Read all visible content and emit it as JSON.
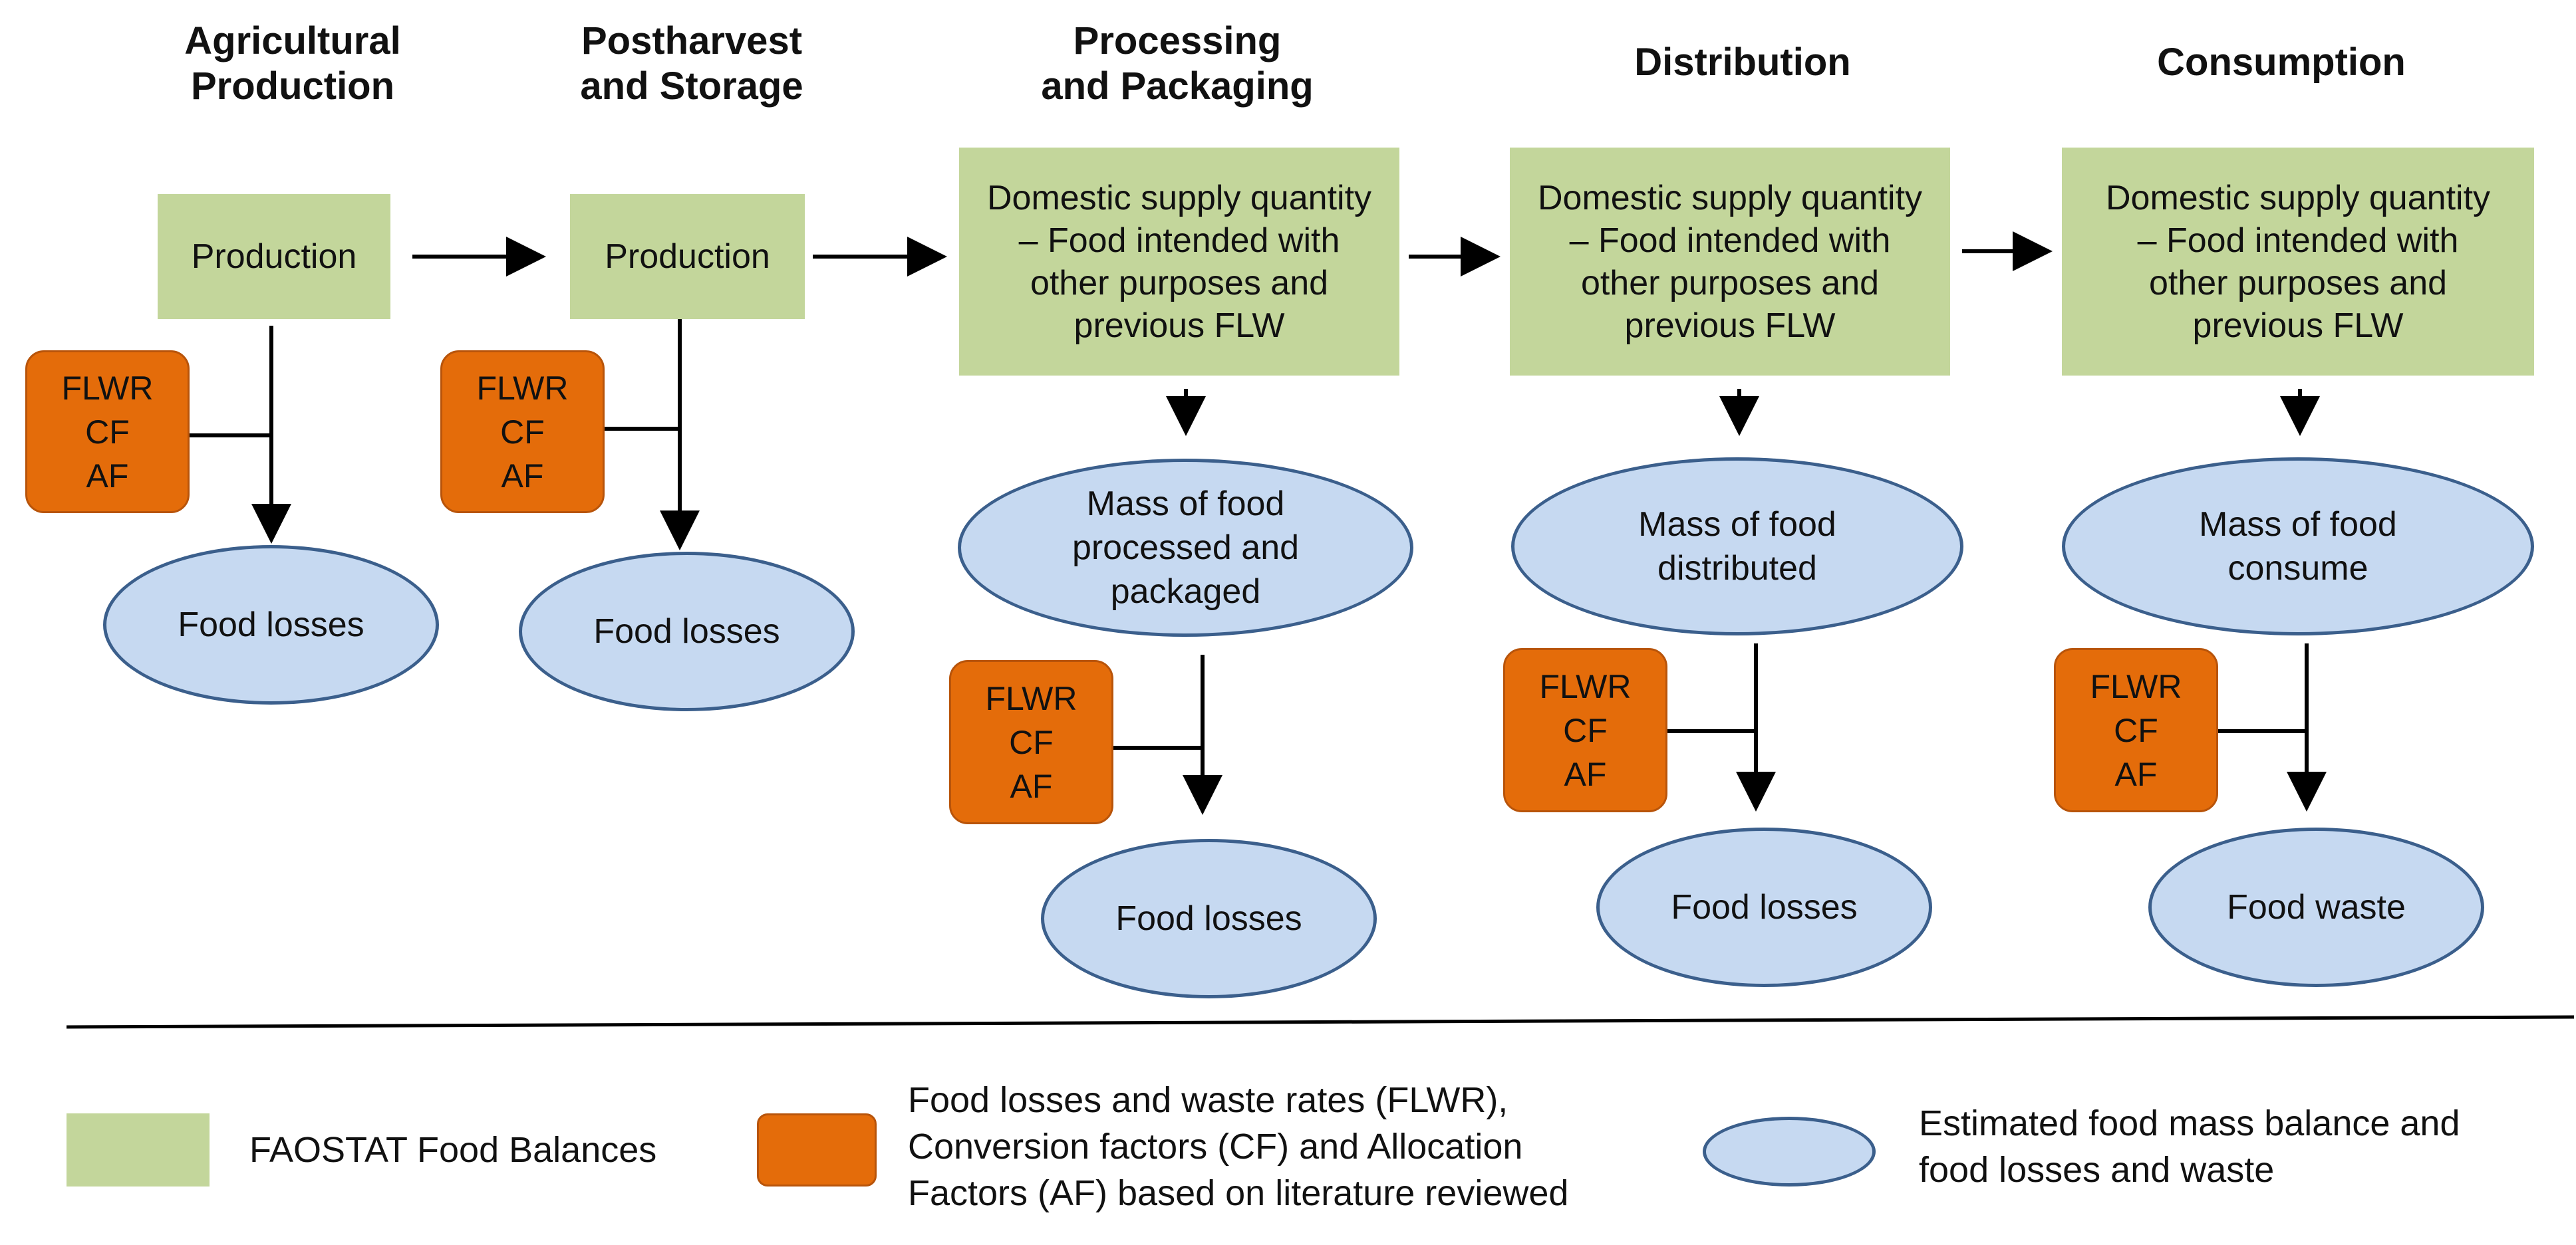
{
  "stages": [
    {
      "title": "Agricultural\nProduction",
      "supply": "Production",
      "factors": [
        "FLWR",
        "CF",
        "AF"
      ],
      "output": "Food losses"
    },
    {
      "title": "Postharvest\nand Storage",
      "supply": "Production",
      "factors": [
        "FLWR",
        "CF",
        "AF"
      ],
      "output": "Food losses"
    },
    {
      "title": "Processing\nand Packaging",
      "supply": "Domestic supply quantity\n– Food intended with\nother purposes and\nprevious FLW",
      "mass": "Mass of food\nprocessed and\npackaged",
      "factors": [
        "FLWR",
        "CF",
        "AF"
      ],
      "output": "Food losses"
    },
    {
      "title": "Distribution",
      "supply": "Domestic supply quantity\n– Food intended with\nother purposes and\nprevious FLW",
      "mass": "Mass of food\ndistributed",
      "factors": [
        "FLWR",
        "CF",
        "AF"
      ],
      "output": "Food losses"
    },
    {
      "title": "Consumption",
      "supply": "Domestic supply quantity\n– Food intended with\nother purposes and\nprevious FLW",
      "mass": "Mass of food\nconsume",
      "factors": [
        "FLWR",
        "CF",
        "AF"
      ],
      "output": "Food waste"
    }
  ],
  "legend": {
    "green": "FAOSTAT Food Balances",
    "orange": "Food losses and waste rates (FLWR),\nConversion factors (CF) and Allocation\nFactors (AF) based on literature reviewed",
    "blue": "Estimated food mass balance and\nfood losses and waste"
  },
  "colors": {
    "green": "#c3d69b",
    "orange": "#e46c0a",
    "blue_fill": "#c6d9f1",
    "blue_border": "#3b5f8c"
  }
}
